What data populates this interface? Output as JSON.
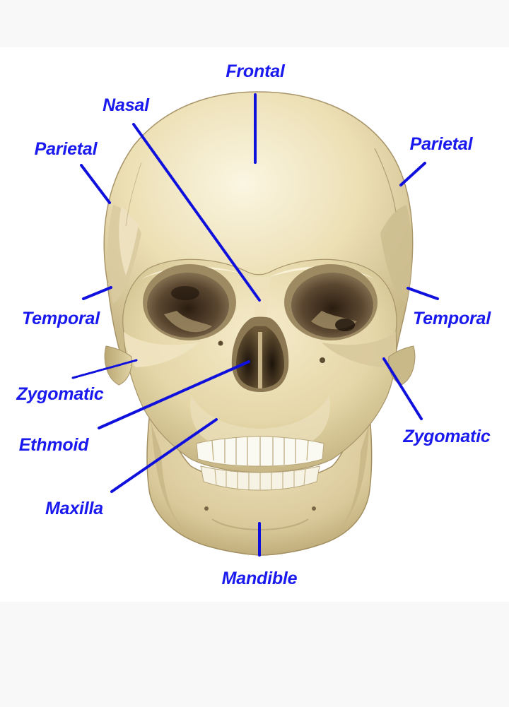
{
  "colors": {
    "label": "#1a1aee",
    "leader": "#1010dd",
    "bone_light": "#f2e9c6",
    "bone_mid": "#ded1a0",
    "bone_dark": "#b6a574",
    "cavity": "#4a3a26",
    "cavity_deep": "#22170e",
    "tooth": "#fbfaf2",
    "page_background": "#f8f8f8",
    "diagram_background": "#ffffff"
  },
  "diagram": {
    "subject": "skull-front-view",
    "labels": {
      "frontal": "Frontal",
      "nasal": "Nasal",
      "parietal_left": "Parietal",
      "parietal_right": "Parietal",
      "temporal_left": "Temporal",
      "temporal_right": "Temporal",
      "zygomatic_left": "Zygomatic",
      "zygomatic_right": "Zygomatic",
      "ethmoid": "Ethmoid",
      "maxilla": "Maxilla",
      "mandible": "Mandible"
    }
  }
}
